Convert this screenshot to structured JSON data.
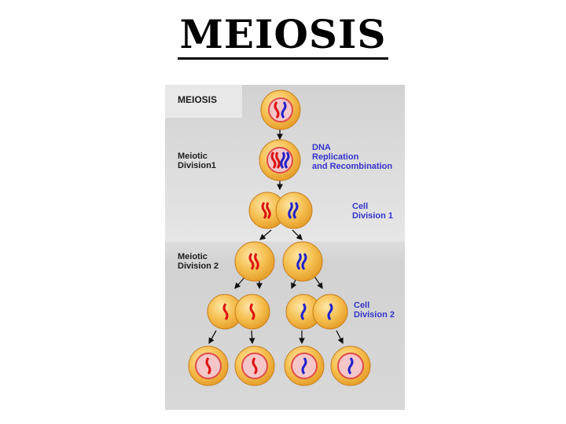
{
  "title": "MEIOSIS",
  "diagram": {
    "header": "MEIOSIS",
    "stage1_label_line1": "Meiotic",
    "stage1_label_line2": "Division1",
    "stage2_label_line1": "Meiotic",
    "stage2_label_line2": "Division 2",
    "dna_label_line1": "DNA",
    "dna_label_line2": "Replication",
    "dna_label_line3": "and Recombination",
    "cell_div1_line1": "Cell",
    "cell_div1_line2": "Division 1",
    "cell_div2_line1": "Cell",
    "cell_div2_line2": "Division 2"
  },
  "colors": {
    "maternal_chromosome": "#dd1111",
    "paternal_chromosome": "#2222cc",
    "label_blue": "#3333cc",
    "cell_fill": "#f4b23e",
    "nucleus_fill": "#f5c6c8"
  }
}
